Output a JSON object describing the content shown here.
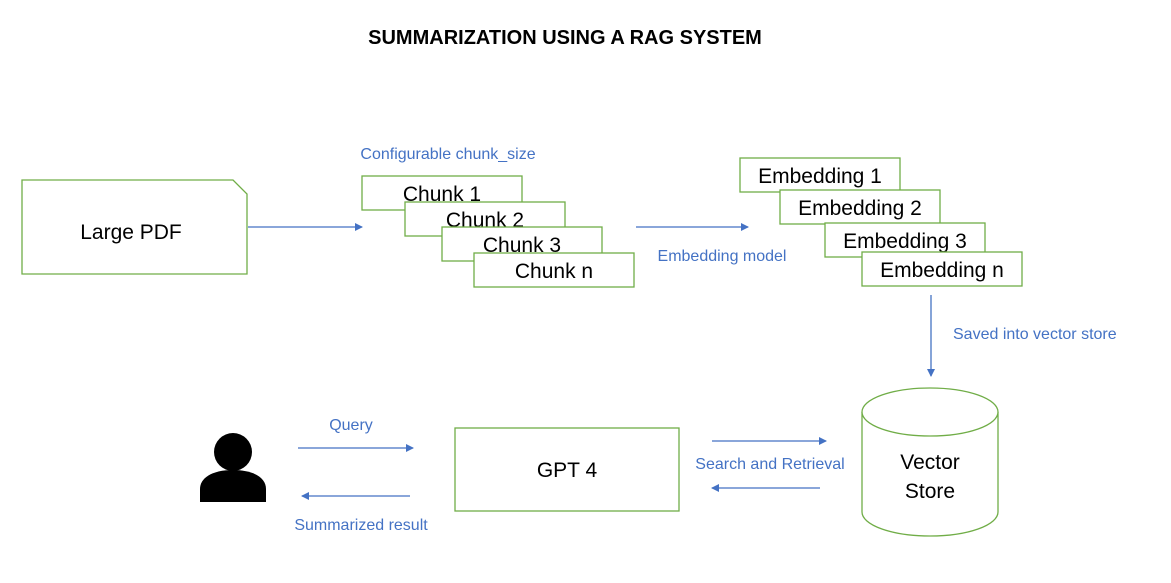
{
  "title": "SUMMARIZATION USING A RAG SYSTEM",
  "pdf": {
    "label": "Large PDF"
  },
  "chunks": {
    "caption": "Configurable chunk_size",
    "items": [
      "Chunk 1",
      "Chunk 2",
      "Chunk 3",
      "Chunk n"
    ]
  },
  "embedding_model_label": "Embedding model",
  "embeddings": {
    "items": [
      "Embedding 1",
      "Embedding 2",
      "Embedding 3",
      "Embedding n"
    ]
  },
  "saved_label": "Saved into vector store",
  "vector_store": {
    "line1": "Vector",
    "line2": "Store"
  },
  "gpt": {
    "label": "GPT 4"
  },
  "query_label": "Query",
  "summarized_label": "Summarized result",
  "search_label": "Search and Retrieval",
  "colors": {
    "box_border": "#70AD47",
    "arrow": "#4472C4",
    "label_text": "#4472C4",
    "user_icon": "#000000"
  },
  "icons": {
    "user": "person-icon"
  }
}
